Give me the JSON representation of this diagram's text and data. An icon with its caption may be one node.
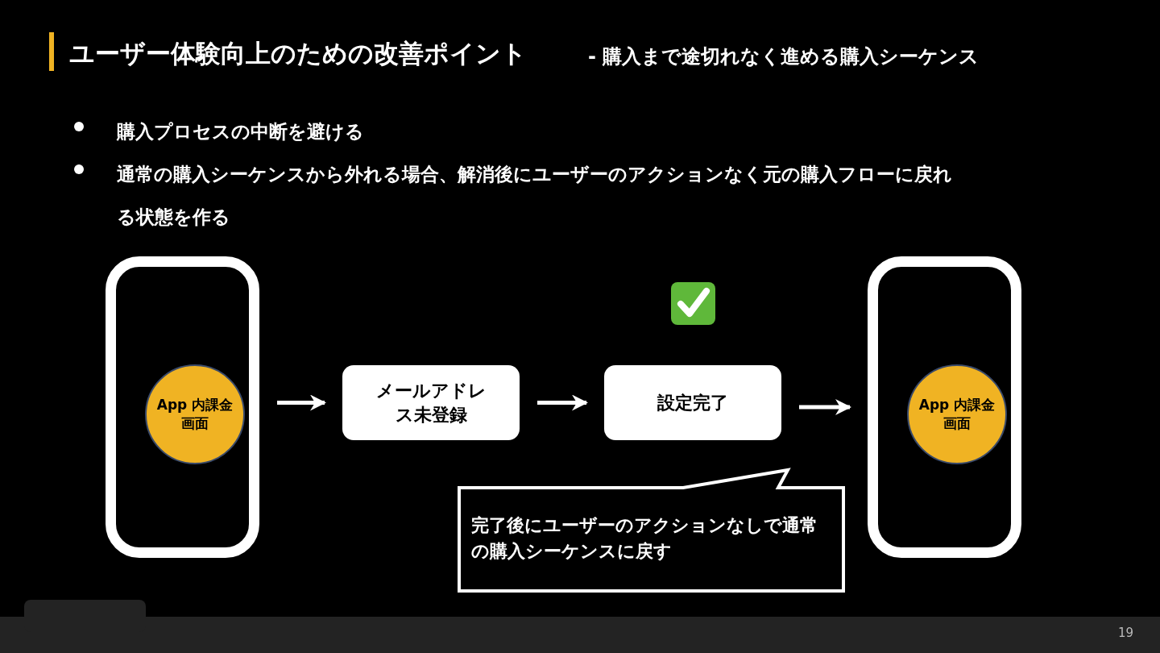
{
  "diagram": {
    "title": "ユーザー体験向上のための改善ポイント",
    "nodes": [
      {
        "text": [],
        "shape": "box"
      },
      {
        "text": [
          "App 内課金画面"
        ],
        "in": 0
      },
      {
        "text": [
          "メールアドレス未登録"
        ]
      },
      {
        "text": [
          "設定完了"
        ]
      },
      {
        "text": [],
        "shape": "box"
      },
      {
        "text": [
          "App 内課金画面"
        ],
        "in": 4
      },
      {
        "text": [
          "完了後にユーザーのアクションなしで通常の購入シーケンスに戻す"
        ]
      }
    ],
    "edges": [
      {
        "from": 0,
        "to": 2,
        "arrow": "to"
      },
      {
        "from": 2,
        "to": 3,
        "arrow": "to"
      },
      {
        "from": 3,
        "to": 4,
        "arrow": "to"
      }
    ],
    "labels": [
      "- 購入まで途切れなく進める購入シーケンス",
      "購入プロセスの中断を避ける",
      "通常の購入シーケンスから外れる場合、解消後にユーザーのアクションなく元の購入フローに戻れる状態を作る",
      "19"
    ]
  }
}
